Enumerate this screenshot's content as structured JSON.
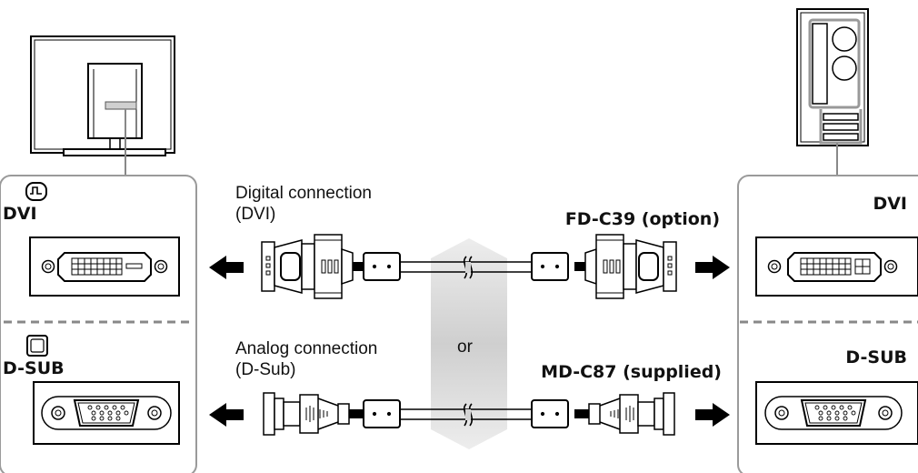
{
  "monitor": {
    "port_dvi_label": "DVI",
    "port_dsub_label": "D-SUB"
  },
  "computer": {
    "port_dvi_label": "DVI",
    "port_dsub_label": "D-SUB"
  },
  "digital": {
    "title_line1": "Digital connection",
    "title_line2": "(DVI)",
    "cable": "FD-C39 (option)"
  },
  "analog": {
    "title_line1": "Analog connection",
    "title_line2": "(D-Sub)",
    "cable": "MD-C87 (supplied)"
  },
  "or_label": "or",
  "icons": {
    "dvi_symbol": "dvi-digital-port-icon",
    "dsub_symbol": "dsub-analog-port-icon"
  },
  "colors": {
    "panel_border": "#9a9a9a",
    "line": "#000000",
    "gray_band": "#d4d4d4"
  }
}
